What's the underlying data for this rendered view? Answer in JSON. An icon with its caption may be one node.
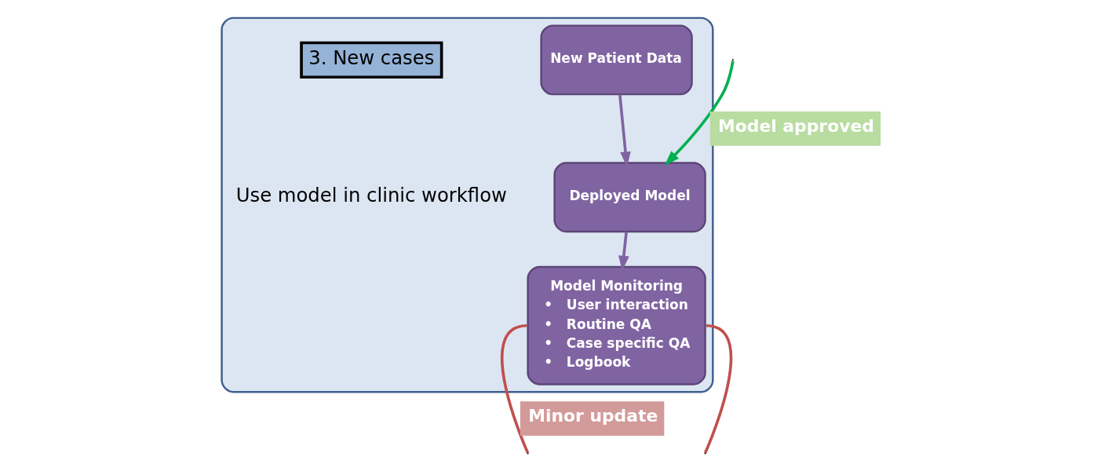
{
  "diagram": {
    "nodes": [
      {
        "text": [],
        "shape": "box"
      },
      {
        "text": [
          "3. New cases"
        ],
        "in": 0
      },
      {
        "text": [
          "New Patient Data"
        ],
        "in": 0
      },
      {
        "text": [
          "Deployed Model"
        ],
        "in": 0
      },
      {
        "text": [
          "Model Monitoring",
          "•   User interaction",
          "•   Routine QA",
          "•   Case specific QA",
          "•   Logbook"
        ],
        "in": 0
      }
    ],
    "edges": [
      {
        "from": 2,
        "to": 3,
        "arrow": "to"
      },
      {
        "from": 3,
        "to": 4,
        "arrow": "to"
      },
      {
        "from": null,
        "to": 3,
        "arrow": "to",
        "label": "Model approved",
        "color": "#00b050"
      },
      {
        "from": 4,
        "to": null,
        "arrow": "none",
        "label": "Minor update",
        "color": "#c0504d"
      },
      {
        "from": 4,
        "to": null,
        "arrow": "none",
        "color": "#c0504d"
      }
    ],
    "labels": [
      "Use model in clinic workflow"
    ]
  }
}
